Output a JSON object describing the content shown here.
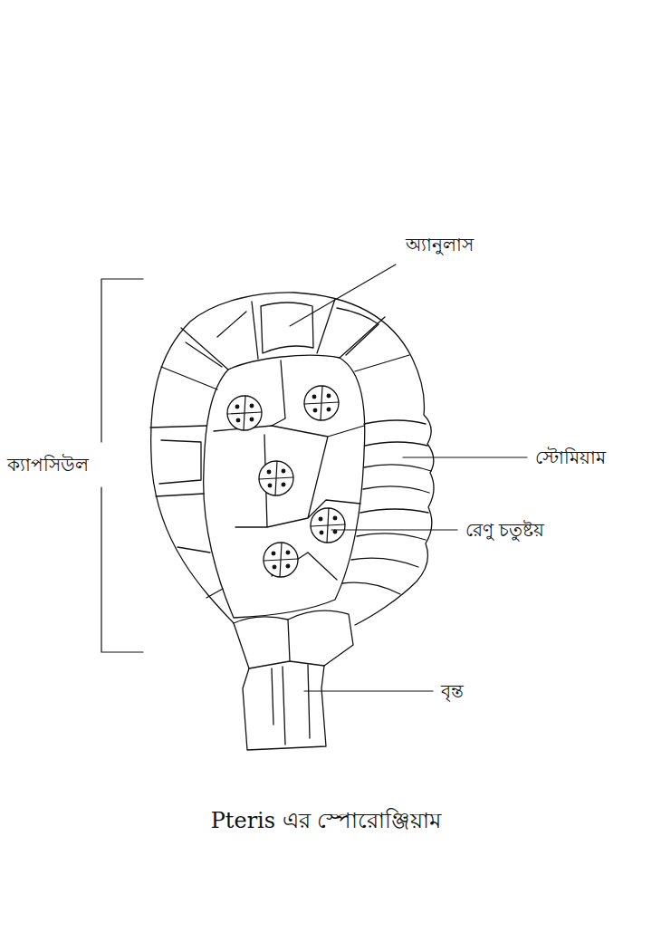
{
  "diagram": {
    "caption": "Pteris এর স্পোরোঞ্জিয়াম",
    "labels": [
      "অ্যানুলাস",
      "ক্যাপসিউল",
      "স্টোমিয়াম",
      "রেণু চতুষ্টয়",
      "বৃন্ত"
    ]
  }
}
